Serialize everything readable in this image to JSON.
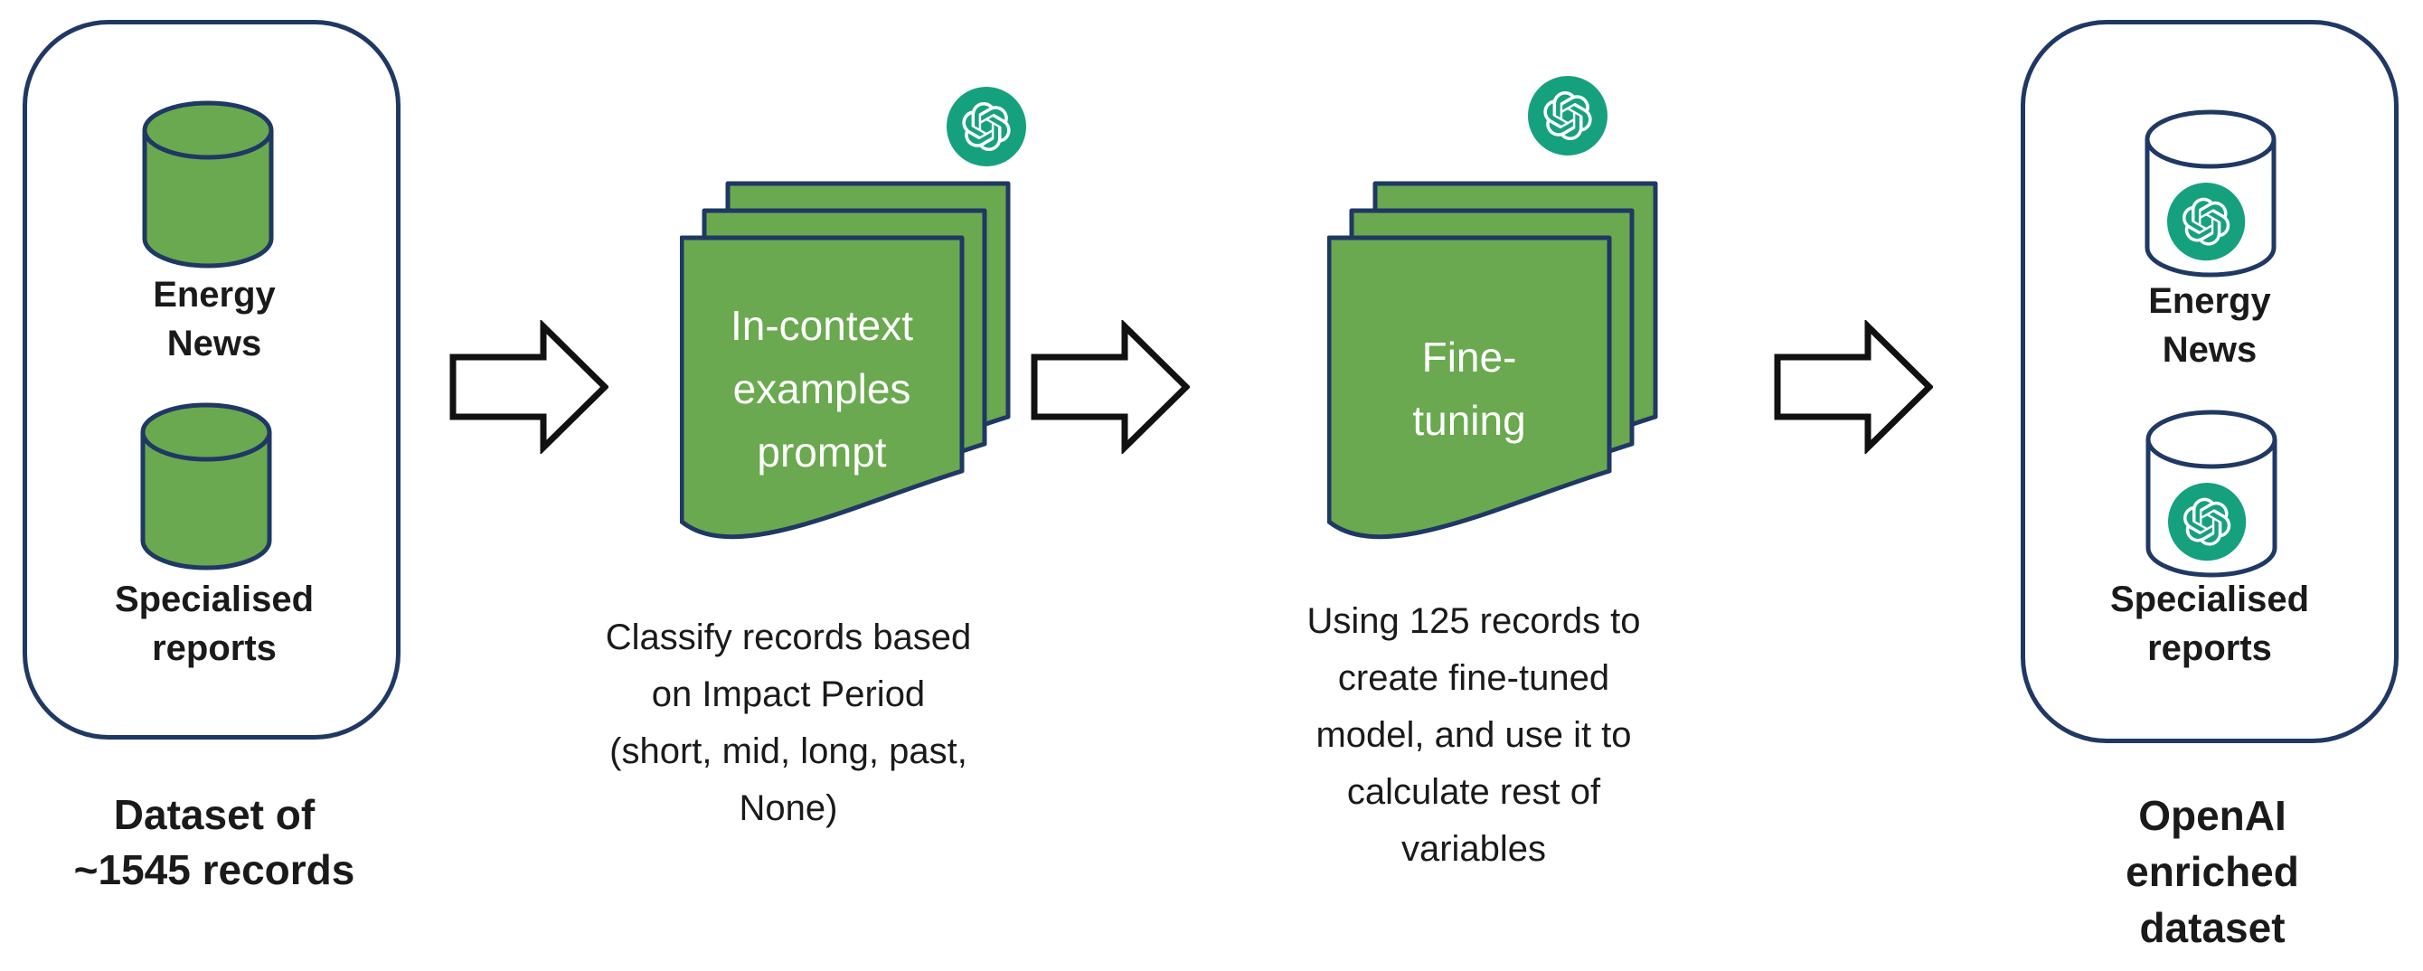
{
  "diagram": {
    "left_panel": {
      "databases": [
        {
          "label": "Energy\nNews"
        },
        {
          "label": "Specialised\nreports"
        }
      ],
      "caption": "Dataset of\n~1545 records"
    },
    "steps": [
      {
        "doc_text": "In-context\nexamples\nprompt",
        "caption": "Classify records based\non Impact Period\n(short, mid, long, past,\nNone)"
      },
      {
        "doc_text": "Fine-\ntuning",
        "caption": "Using 125 records to\ncreate fine-tuned\nmodel, and use it to\ncalculate rest of\nvariables"
      }
    ],
    "right_panel": {
      "databases": [
        {
          "label": "Energy\nNews"
        },
        {
          "label": "Specialised\nreports"
        }
      ],
      "caption": "OpenAI\nenriched\ndataset"
    },
    "icons": {
      "logo": "openai-logo",
      "arrow": "flow-arrow",
      "database": "database-cylinder",
      "documents": "document-stack"
    },
    "colors": {
      "green": "#6aa94f",
      "navy": "#1f3864",
      "teal": "#16a17e",
      "arrow": "#111111",
      "ink": "#1a1a1a"
    }
  }
}
